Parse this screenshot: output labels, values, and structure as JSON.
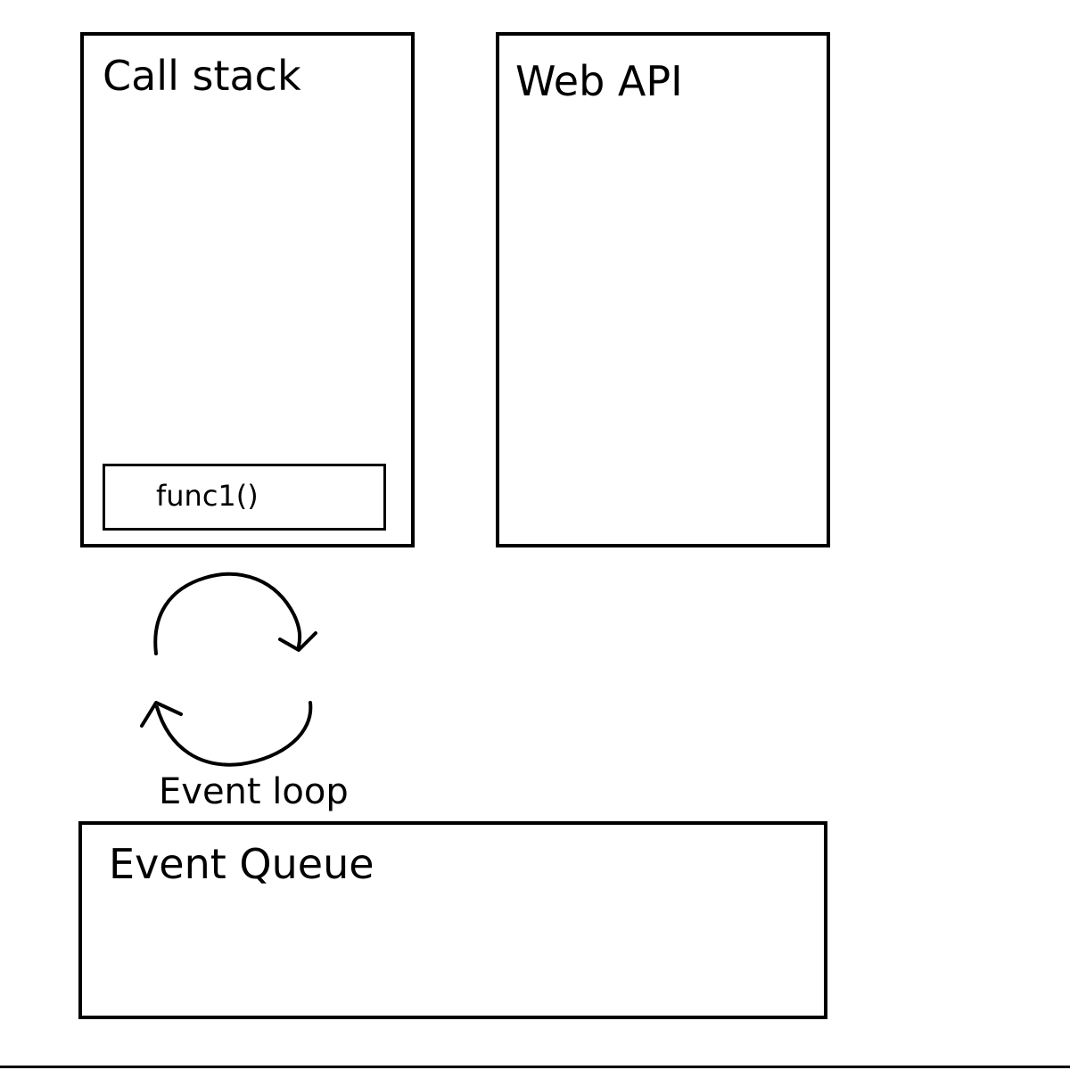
{
  "call_stack": {
    "title": "Call stack",
    "frames": [
      "func1()"
    ]
  },
  "web_api": {
    "title": "Web API"
  },
  "event_loop": {
    "label": "Event loop",
    "icon": "cycle-arrows-icon"
  },
  "event_queue": {
    "title": "Event Queue"
  },
  "colors": {
    "ink": "#000000",
    "background": "#ffffff"
  }
}
